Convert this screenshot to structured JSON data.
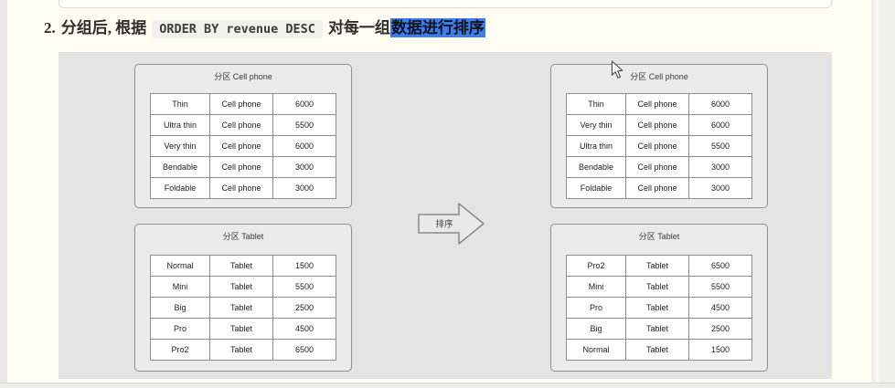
{
  "heading": {
    "number": "2.",
    "text_before_code": "分组后, 根据",
    "code": "ORDER BY revenue DESC",
    "text_after_code": "对每一组",
    "highlighted_text": "数据进行排序"
  },
  "diagram": {
    "arrow_label": "排序",
    "left": {
      "partitions": [
        {
          "title": "分区 Cell phone",
          "rows": [
            [
              "Thin",
              "Cell phone",
              "6000"
            ],
            [
              "Ultra thin",
              "Cell phone",
              "5500"
            ],
            [
              "Very thin",
              "Cell phone",
              "6000"
            ],
            [
              "Bendable",
              "Cell phone",
              "3000"
            ],
            [
              "Foldable",
              "Cell phone",
              "3000"
            ]
          ]
        },
        {
          "title": "分区 Tablet",
          "rows": [
            [
              "Normal",
              "Tablet",
              "1500"
            ],
            [
              "Mini",
              "Tablet",
              "5500"
            ],
            [
              "Big",
              "Tablet",
              "2500"
            ],
            [
              "Pro",
              "Tablet",
              "4500"
            ],
            [
              "Pro2",
              "Tablet",
              "6500"
            ]
          ]
        }
      ]
    },
    "right": {
      "partitions": [
        {
          "title": "分区 Cell phone",
          "rows": [
            [
              "Thin",
              "Cell phone",
              "6000"
            ],
            [
              "Very thin",
              "Cell phone",
              "6000"
            ],
            [
              "Ultra thin",
              "Cell phone",
              "5500"
            ],
            [
              "Bendable",
              "Cell phone",
              "3000"
            ],
            [
              "Foldable",
              "Cell phone",
              "3000"
            ]
          ]
        },
        {
          "title": "分区 Tablet",
          "rows": [
            [
              "Pro2",
              "Tablet",
              "6500"
            ],
            [
              "Mini",
              "Tablet",
              "5500"
            ],
            [
              "Pro",
              "Tablet",
              "4500"
            ],
            [
              "Big",
              "Tablet",
              "2500"
            ],
            [
              "Normal",
              "Tablet",
              "1500"
            ]
          ]
        }
      ]
    }
  },
  "colors": {
    "page_background": "#fffdf2",
    "panel_gray": "#e4e4e4",
    "partition_fill": "#ebebeb",
    "table_border": "#8c8c8c",
    "selection_blue": "#3e7df0",
    "code_chip_bg": "#f1f1ef"
  }
}
